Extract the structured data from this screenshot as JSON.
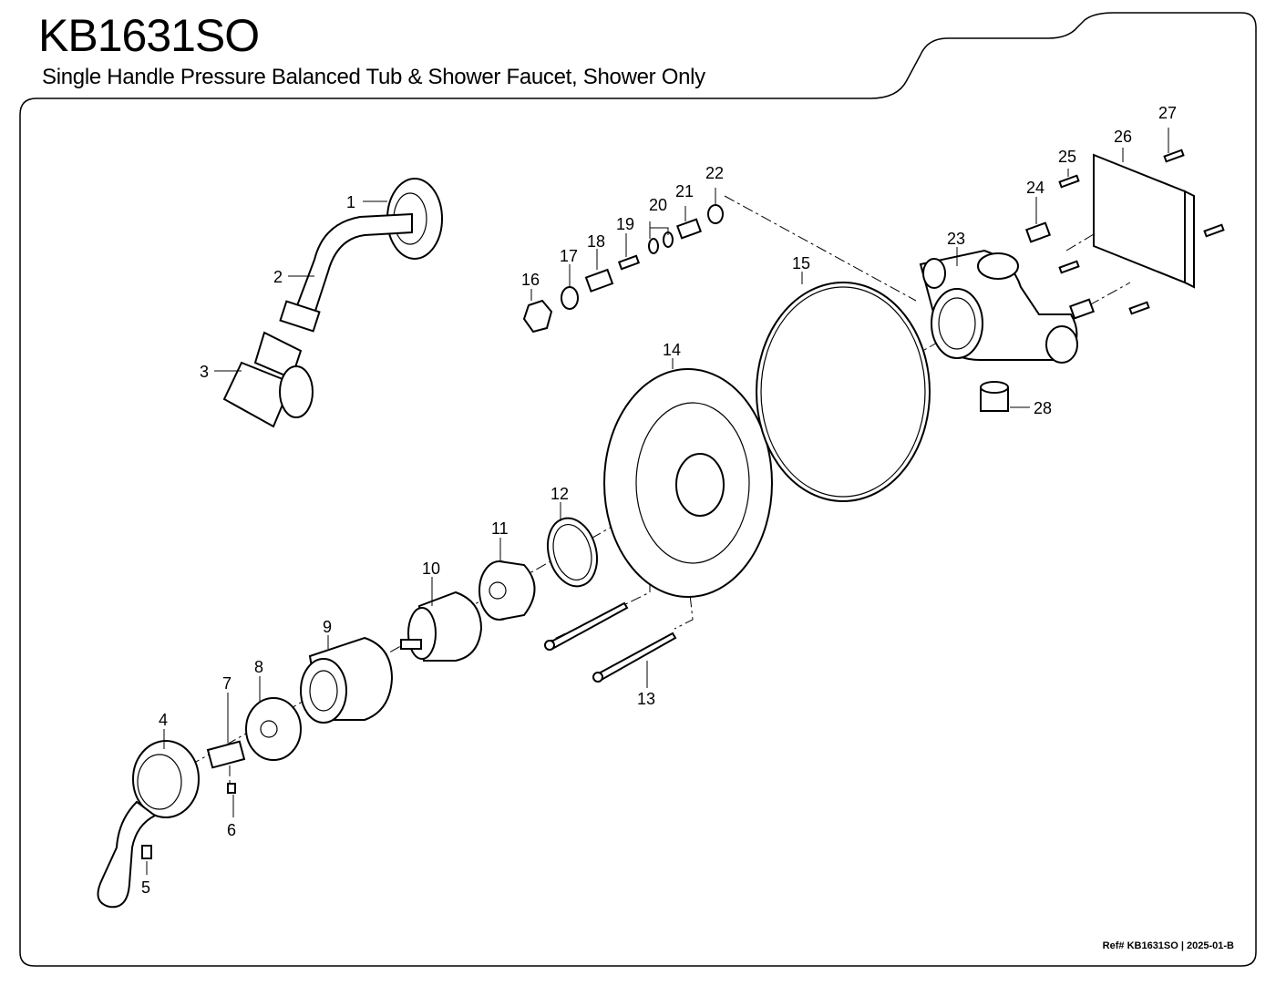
{
  "header": {
    "model": "KB1631SO",
    "description": "Single Handle Pressure Balanced Tub & Shower Faucet, Shower Only"
  },
  "footer": {
    "reference": "Ref# KB1631SO | 2025-01-B"
  },
  "callouts": [
    "1",
    "2",
    "3",
    "4",
    "5",
    "6",
    "7",
    "8",
    "9",
    "10",
    "11",
    "12",
    "13",
    "14",
    "15",
    "16",
    "17",
    "18",
    "19",
    "20",
    "21",
    "22",
    "23",
    "24",
    "25",
    "26",
    "27",
    "28"
  ]
}
